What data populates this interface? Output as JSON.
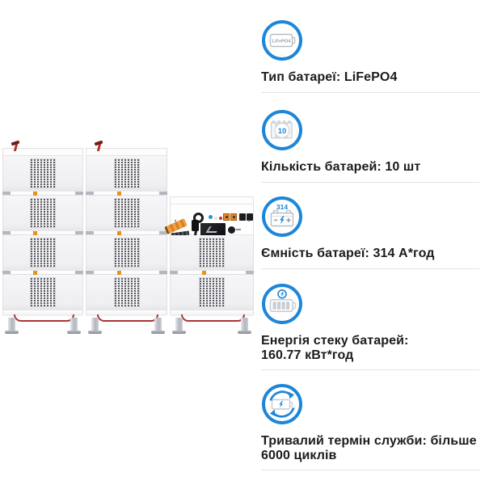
{
  "illustration": {
    "name": "battery-storage-stack",
    "cabinets": [
      {
        "id": "left",
        "modules": 4,
        "has_handle": true
      },
      {
        "id": "middle",
        "modules": 4,
        "has_handle": true
      },
      {
        "id": "right",
        "modules": 2,
        "has_control_panel": true
      }
    ],
    "colors": {
      "body": "#f1f1f3",
      "vent": "#585860",
      "handle_red": "#b92f28",
      "cable_red": "#a93434",
      "accent_orange": "#e8921e",
      "leg_gray": "#b2b6bd"
    }
  },
  "specs": {
    "accent_blue": "#1d86d8",
    "text_color": "#1c1c1e",
    "divider_color": "#e3e3e6",
    "items": [
      {
        "icon": "lifepo4-battery-icon",
        "icon_text": "LiFePO4",
        "label": "Тип батареї: LiFePO4"
      },
      {
        "icon": "battery-count-icon",
        "icon_text": "10",
        "label": "Кількість батарей: 10 шт"
      },
      {
        "icon": "battery-capacity-icon",
        "icon_text": "314",
        "label": "Ємність батареї: 314 А*год"
      },
      {
        "icon": "battery-energy-icon",
        "label": "Енергія стеку батарей:\n160.77  кВт*год"
      },
      {
        "icon": "battery-cycles-icon",
        "label": "Тривалий термін служби: більше\n6000 циклів"
      }
    ]
  }
}
